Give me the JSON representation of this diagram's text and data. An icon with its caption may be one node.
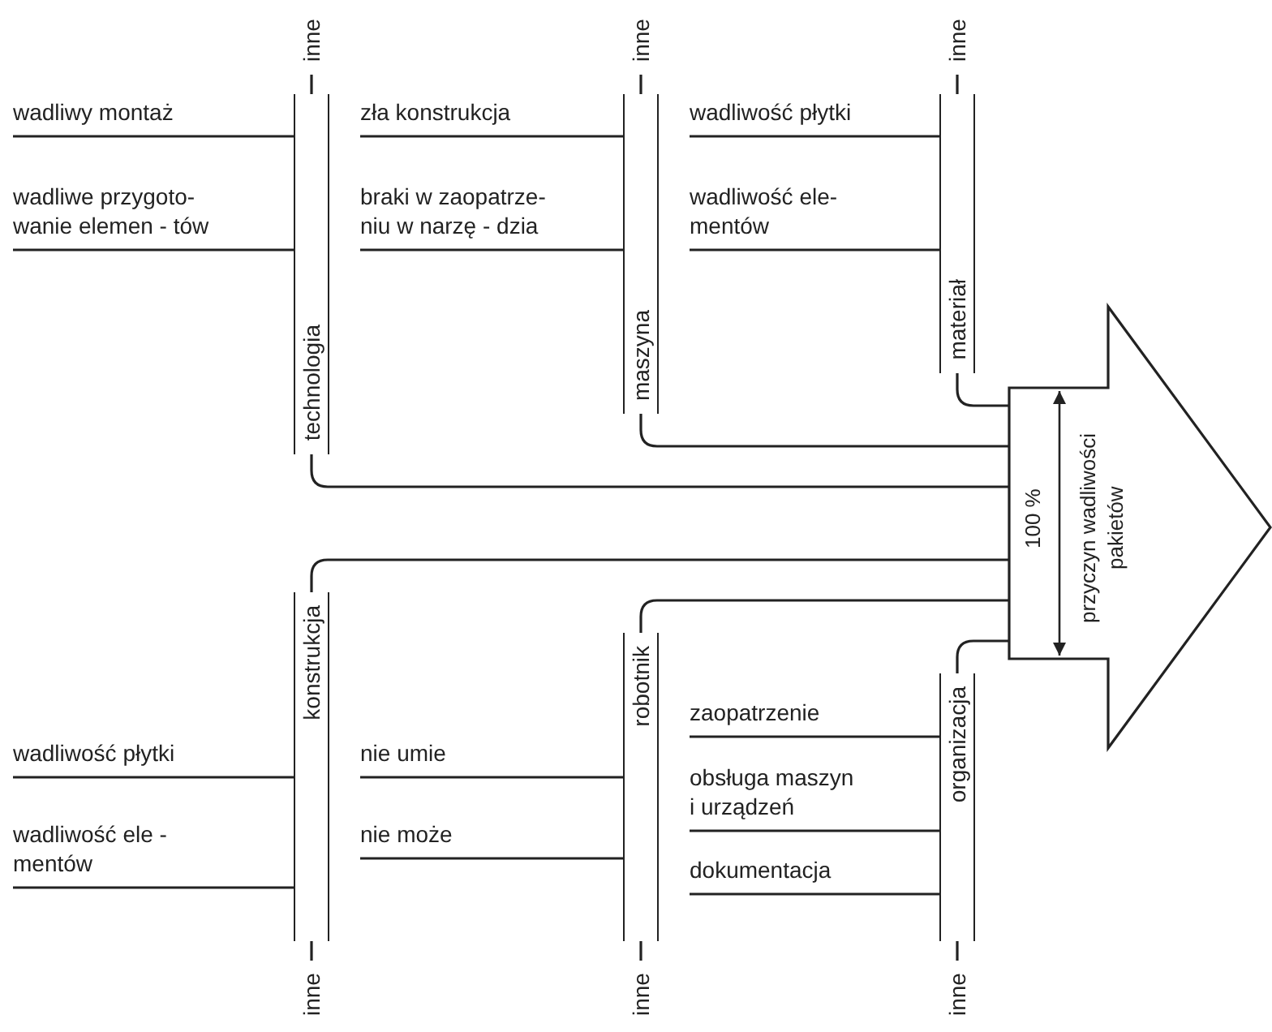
{
  "diagram": {
    "nodes": [
      {
        "text": [
          "inne"
        ]
      },
      {
        "text": [
          "technologia"
        ]
      },
      {
        "text": [
          "wadliwy montaż"
        ]
      },
      {
        "text": [
          "wadliwe przygoto- wanie elemen - tów"
        ]
      },
      {
        "text": [
          "inne"
        ]
      },
      {
        "text": [
          "maszyna"
        ]
      },
      {
        "text": [
          "zła konstrukcja"
        ]
      },
      {
        "text": [
          "braki w zaopatrze- niu w narzę - dzia"
        ]
      },
      {
        "text": [
          "inne"
        ]
      },
      {
        "text": [
          "materiał"
        ]
      },
      {
        "text": [
          "wadliwość płytki"
        ]
      },
      {
        "text": [
          "wadliwość ele- mentów"
        ]
      },
      {
        "text": [
          "konstrukcja"
        ]
      },
      {
        "text": [
          "wadliwość płytki"
        ]
      },
      {
        "text": [
          "wadliwość ele - mentów"
        ]
      },
      {
        "text": [
          "inne"
        ]
      },
      {
        "text": [
          "robotnik"
        ]
      },
      {
        "text": [
          "nie umie"
        ]
      },
      {
        "text": [
          "nie może"
        ]
      },
      {
        "text": [
          "inne"
        ]
      },
      {
        "text": [
          "organizacja"
        ]
      },
      {
        "text": [
          "zaopatrzenie"
        ]
      },
      {
        "text": [
          "obsługa maszyn i urządzeń"
        ]
      },
      {
        "text": [
          "dokumentacja"
        ]
      },
      {
        "text": [
          "inne"
        ]
      },
      {
        "text": [
          "przyczyn wadliwości pakietów"
        ]
      }
    ],
    "edges": [
      {
        "from": 0,
        "to": 1,
        "arrow": "none"
      },
      {
        "from": 2,
        "to": 1,
        "arrow": "none"
      },
      {
        "from": 3,
        "to": 1,
        "arrow": "none"
      },
      {
        "from": 4,
        "to": 5,
        "arrow": "none"
      },
      {
        "from": 6,
        "to": 5,
        "arrow": "none"
      },
      {
        "from": 7,
        "to": 5,
        "arrow": "none"
      },
      {
        "from": 8,
        "to": 9,
        "arrow": "none"
      },
      {
        "from": 10,
        "to": 9,
        "arrow": "none"
      },
      {
        "from": 11,
        "to": 9,
        "arrow": "none"
      },
      {
        "from": 15,
        "to": 12,
        "arrow": "none"
      },
      {
        "from": 13,
        "to": 12,
        "arrow": "none"
      },
      {
        "from": 14,
        "to": 12,
        "arrow": "none"
      },
      {
        "from": 19,
        "to": 16,
        "arrow": "none"
      },
      {
        "from": 17,
        "to": 16,
        "arrow": "none"
      },
      {
        "from": 18,
        "to": 16,
        "arrow": "none"
      },
      {
        "from": 24,
        "to": 20,
        "arrow": "none"
      },
      {
        "from": 21,
        "to": 20,
        "arrow": "none"
      },
      {
        "from": 22,
        "to": 20,
        "arrow": "none"
      },
      {
        "from": 23,
        "to": 20,
        "arrow": "none"
      },
      {
        "from": 1,
        "to": 25,
        "arrow": "none"
      },
      {
        "from": 5,
        "to": 25,
        "arrow": "none"
      },
      {
        "from": 9,
        "to": 25,
        "arrow": "none"
      },
      {
        "from": 12,
        "to": 25,
        "arrow": "none"
      },
      {
        "from": 16,
        "to": 25,
        "arrow": "none"
      },
      {
        "from": 20,
        "to": 25,
        "arrow": "none"
      }
    ],
    "labels": [
      "100 %"
    ]
  }
}
